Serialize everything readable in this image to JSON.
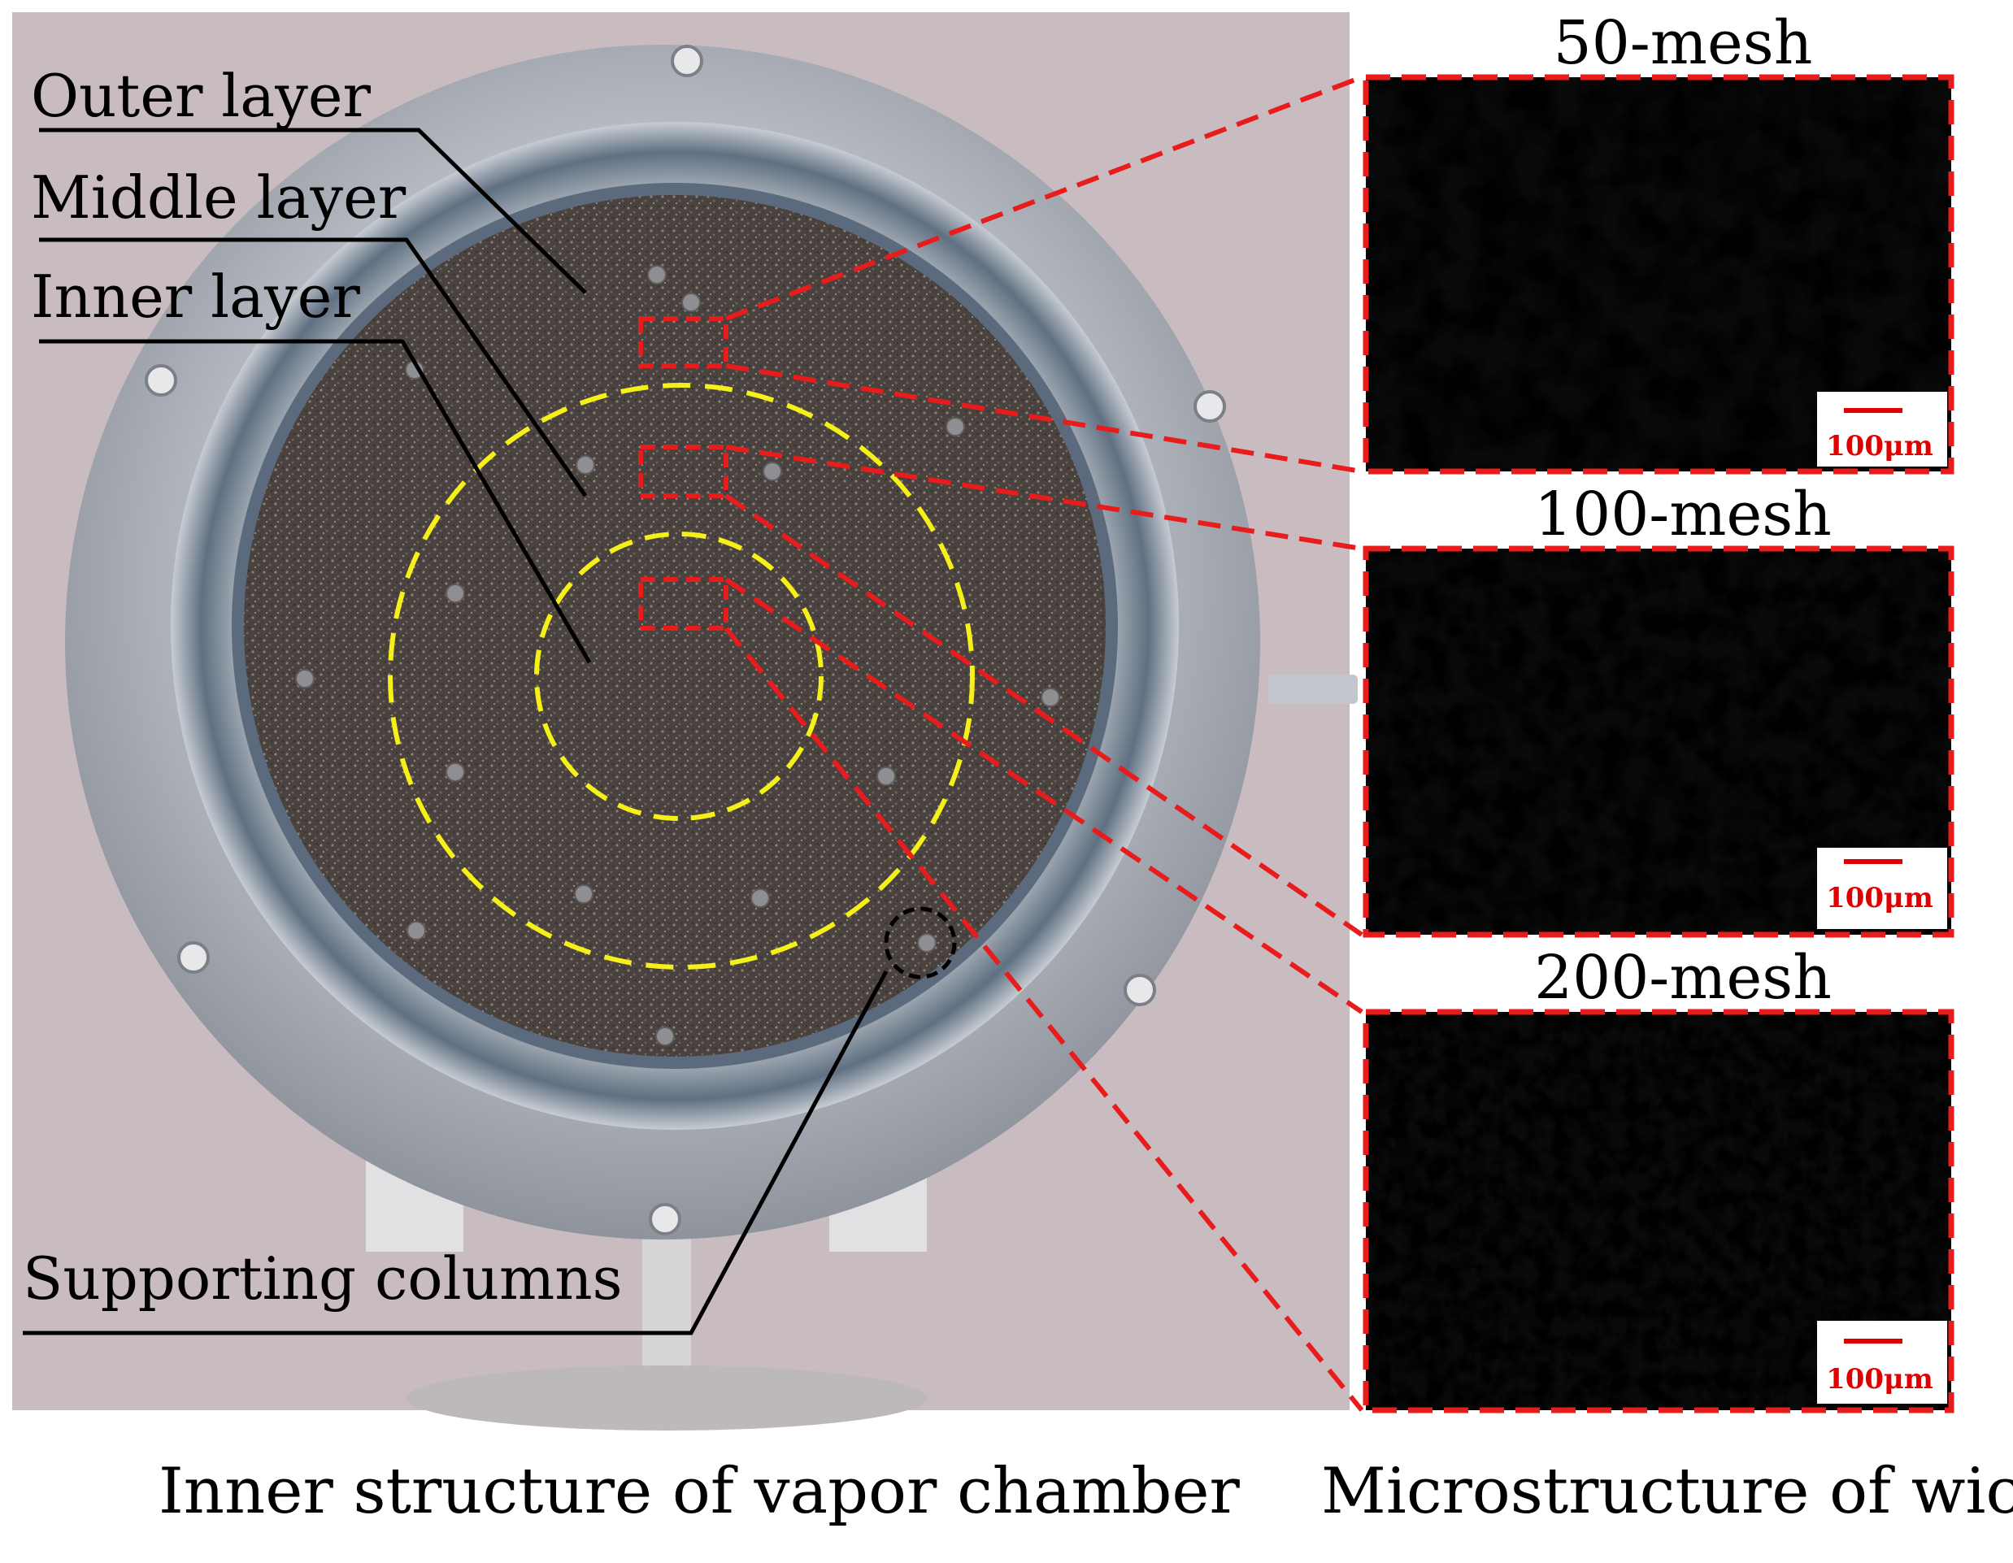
{
  "photo": {
    "labels": {
      "outer": "Outer layer",
      "middle": "Middle layer",
      "inner": "Inner layer",
      "columns": "Supporting columns"
    }
  },
  "micrographs": [
    {
      "title": "50-mesh",
      "scale": "100μm"
    },
    {
      "title": "100-mesh",
      "scale": "100μm"
    },
    {
      "title": "200-mesh",
      "scale": "100μm"
    }
  ],
  "captions": {
    "left": "Inner structure of vapor chamber",
    "right": "Microstructure of wick"
  },
  "colors": {
    "highlight_box": "#e81c1c",
    "zone_outline": "#f5ef1a",
    "flange": "#b8bcc4",
    "wick": "#4a423e",
    "background": "#c9bcc0"
  }
}
